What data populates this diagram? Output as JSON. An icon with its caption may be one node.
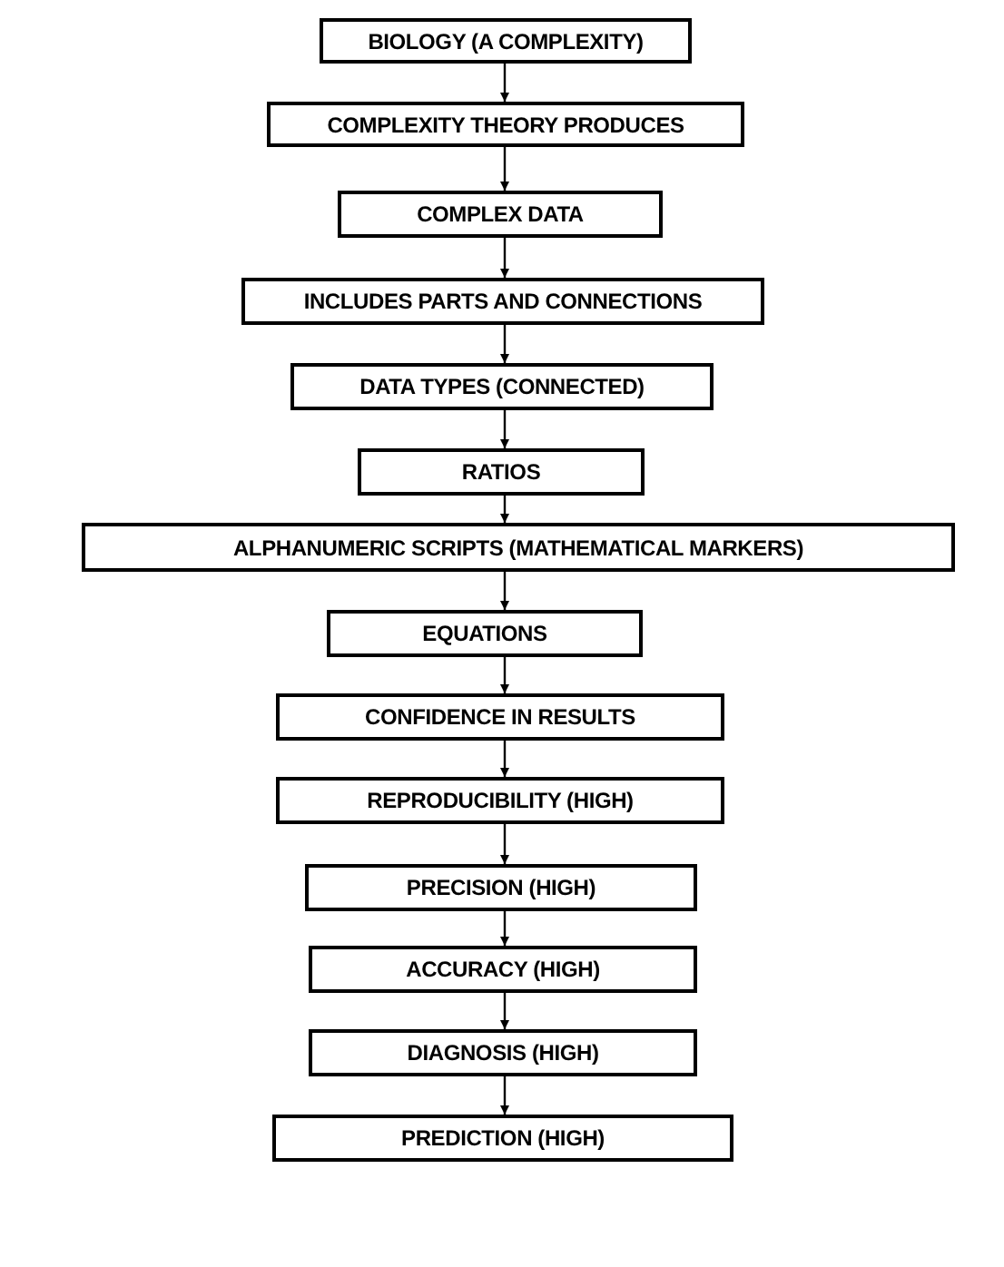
{
  "diagram": {
    "nodes": [
      {
        "text": [
          "BIOLOGY (A COMPLEXITY)"
        ]
      },
      {
        "text": [
          "COMPLEXITY THEORY PRODUCES"
        ]
      },
      {
        "text": [
          "COMPLEX DATA"
        ]
      },
      {
        "text": [
          "INCLUDES PARTS AND CONNECTIONS"
        ]
      },
      {
        "text": [
          "DATA TYPES (CONNECTED)"
        ]
      },
      {
        "text": [
          "RATIOS"
        ]
      },
      {
        "text": [
          "ALPHANUMERIC SCRIPTS (MATHEMATICAL MARKERS)"
        ]
      },
      {
        "text": [
          "EQUATIONS"
        ]
      },
      {
        "text": [
          "CONFIDENCE IN RESULTS"
        ]
      },
      {
        "text": [
          "REPRODUCIBILITY (HIGH)"
        ]
      },
      {
        "text": [
          "PRECISION (HIGH)"
        ]
      },
      {
        "text": [
          "ACCURACY (HIGH)"
        ]
      },
      {
        "text": [
          "DIAGNOSIS (HIGH)"
        ]
      },
      {
        "text": [
          "PREDICTION (HIGH)"
        ]
      }
    ],
    "edges": [
      {
        "from": 0,
        "to": 1,
        "arrow": "to"
      },
      {
        "from": 1,
        "to": 2,
        "arrow": "to"
      },
      {
        "from": 2,
        "to": 3,
        "arrow": "to"
      },
      {
        "from": 3,
        "to": 4,
        "arrow": "to"
      },
      {
        "from": 4,
        "to": 5,
        "arrow": "to"
      },
      {
        "from": 5,
        "to": 6,
        "arrow": "to"
      },
      {
        "from": 6,
        "to": 7,
        "arrow": "to"
      },
      {
        "from": 7,
        "to": 8,
        "arrow": "to"
      },
      {
        "from": 8,
        "to": 9,
        "arrow": "to"
      },
      {
        "from": 9,
        "to": 10,
        "arrow": "to"
      },
      {
        "from": 10,
        "to": 11,
        "arrow": "to"
      },
      {
        "from": 11,
        "to": 12,
        "arrow": "to"
      },
      {
        "from": 12,
        "to": 13,
        "arrow": "to"
      }
    ]
  }
}
